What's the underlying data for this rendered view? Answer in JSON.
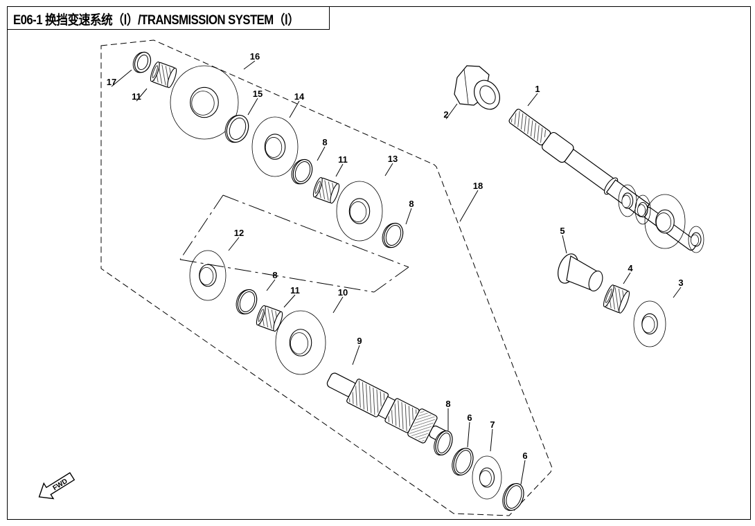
{
  "title": "E06-1 换挡变速系统（Ⅰ）/TRANSMISSION SYSTEM（Ⅰ）",
  "fwd_label": "FWD",
  "callouts": [
    "1",
    "2",
    "3",
    "4",
    "5",
    "6",
    "6",
    "7",
    "8",
    "8",
    "8",
    "8",
    "9",
    "10",
    "11",
    "11",
    "11",
    "12",
    "13",
    "14",
    "15",
    "16",
    "17",
    "18"
  ]
}
